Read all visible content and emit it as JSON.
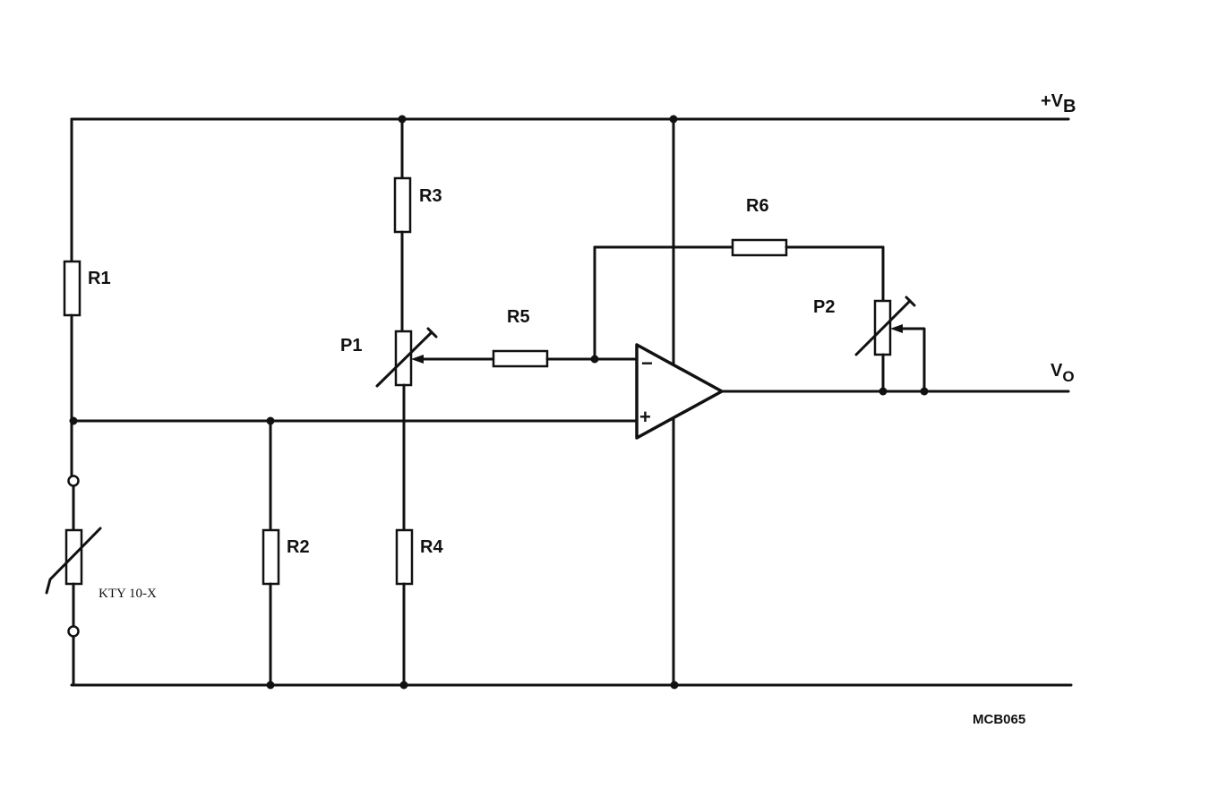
{
  "supply_label": {
    "main": "+V",
    "sub": "B"
  },
  "output_label": {
    "main": "V",
    "sub": "O"
  },
  "components": {
    "r1": "R1",
    "r2": "R2",
    "r3": "R3",
    "r4": "R4",
    "r5": "R5",
    "r6": "R6",
    "p1": "P1",
    "p2": "P2",
    "sensor": "KTY 10-X"
  },
  "opamp": {
    "inverting": "−",
    "non_inverting": "+"
  },
  "drawing_code": "MCB065"
}
